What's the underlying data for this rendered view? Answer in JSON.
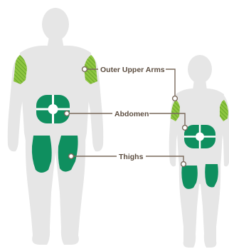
{
  "diagram": {
    "labels": {
      "outer_upper_arms": "Outer Upper Arms",
      "abdomen": "Abdomen",
      "thighs": "Thighs"
    },
    "colors": {
      "silhouette": "#e6e6e6",
      "abdomen_and_thigh_fill": "#0f8f5f",
      "upper_arm_fill": "#8ec641",
      "upper_arm_hatch": "#5f9e24",
      "leader_line": "#7a6a5c",
      "label_text": "#5d4e41",
      "marker_fill": "#ffffff",
      "abdomen_divider": "#ffffff"
    },
    "figures": [
      "adult",
      "child"
    ],
    "injection_sites": [
      "outer upper arms",
      "abdomen",
      "thighs"
    ]
  }
}
